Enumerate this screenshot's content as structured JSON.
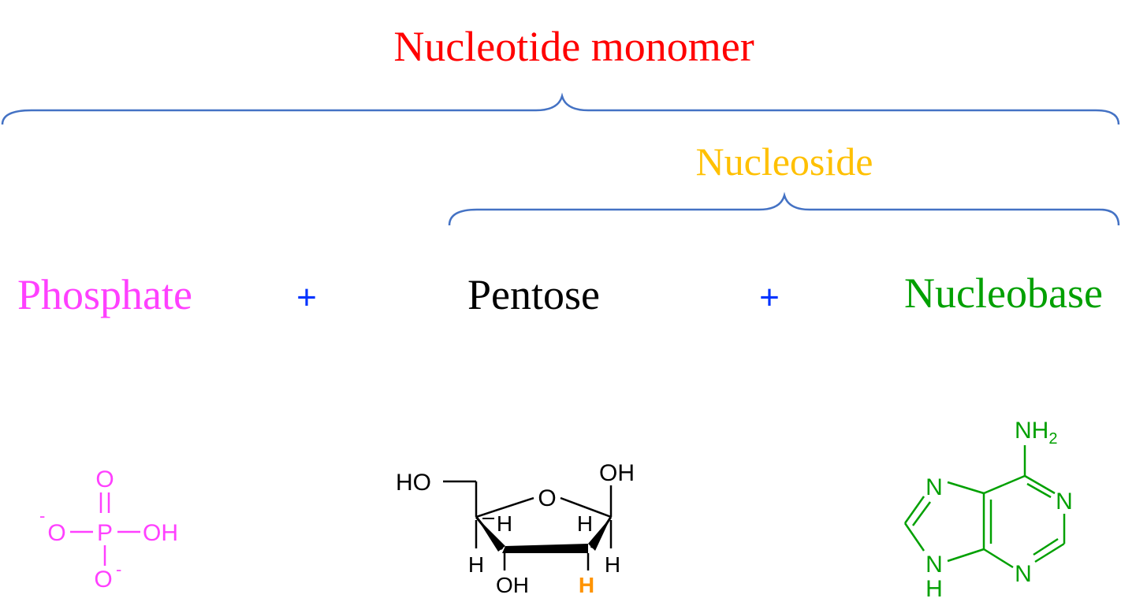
{
  "colors": {
    "nucleotide": "#FF0000",
    "nucleoside": "#FFC000",
    "phosphate": "#FF40FF",
    "plus": "#0033FF",
    "pentose": "#000000",
    "nucleobase": "#00A000",
    "brace": "#4472C4",
    "highlight_h": "#FF9300"
  },
  "labels": {
    "nucleotide_monomer": "Nucleotide monomer",
    "nucleoside": "Nucleoside",
    "phosphate": "Phosphate",
    "plus_1": "+",
    "pentose": "Pentose",
    "plus_2": "+",
    "nucleobase": "Nucleobase"
  },
  "phosphate_structure": {
    "top_o": "O",
    "left_charge": "-",
    "left_o": "O",
    "p": "P",
    "right_oh": "OH",
    "bottom_o": "O",
    "bottom_charge": "-"
  },
  "pentose_structure": {
    "ho": "HO",
    "ring_o": "O",
    "oh_anomeric": "OH",
    "h_c4": "H",
    "h_c1": "H",
    "h_c4_down": "H",
    "h_c1_down": "H",
    "oh_c3": "OH",
    "h_c2": "H"
  },
  "nucleobase_structure": {
    "nh2": "NH",
    "nh2_sub": "2",
    "n7": "N",
    "n1": "N",
    "n9": "N",
    "n9_h": "H",
    "n3": "N"
  }
}
